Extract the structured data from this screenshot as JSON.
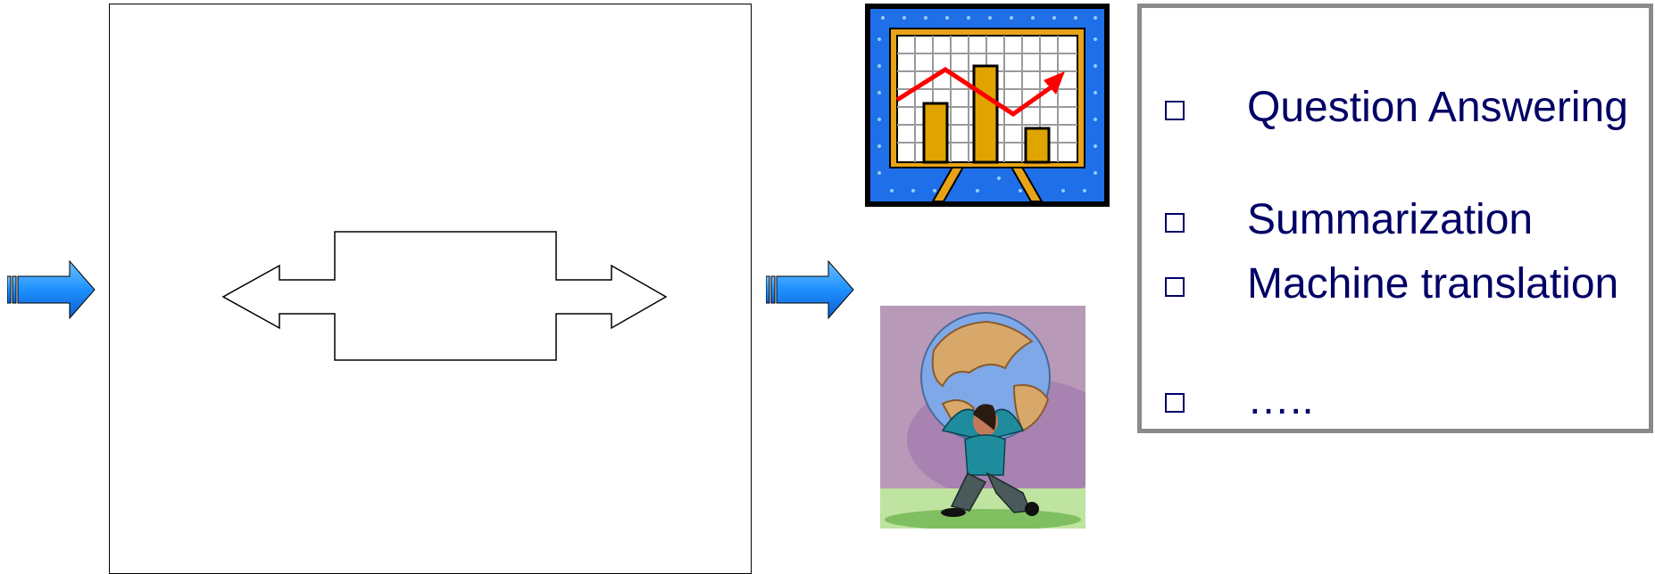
{
  "applications": {
    "items": [
      {
        "label": "Question Answering"
      },
      {
        "label": "Summarization"
      },
      {
        "label": "Machine translation"
      },
      {
        "label": "….."
      }
    ]
  },
  "colors": {
    "arrow_fill": "#1E90FF",
    "text": "#000066",
    "box_border": "#8A8A8A"
  },
  "icons": {
    "input_arrow": "block-arrow-right-icon",
    "output_arrow": "block-arrow-right-icon",
    "center_arrow": "double-headed-arrow-icon",
    "chart": "presentation-chart-clipart",
    "globe": "atlas-globe-clipart"
  }
}
